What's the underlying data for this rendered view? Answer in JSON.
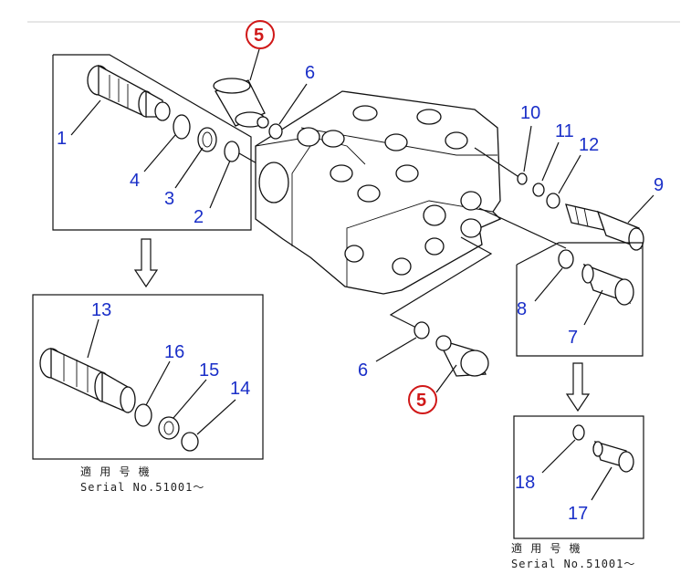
{
  "callouts": {
    "c1": "1",
    "c2": "2",
    "c3": "3",
    "c4": "4",
    "c5a": "5",
    "c5b": "5",
    "c6a": "6",
    "c6b": "6",
    "c7": "7",
    "c8": "8",
    "c9": "9",
    "c10": "10",
    "c11": "11",
    "c12": "12",
    "c13": "13",
    "c14": "14",
    "c15": "15",
    "c16": "16",
    "c17": "17",
    "c18": "18"
  },
  "notes": {
    "left_jp": "適 用 号 機",
    "left_serial": "Serial No.51001～",
    "right_jp": "適 用 号 機",
    "right_serial": "Serial No.51001～"
  },
  "colors": {
    "callout": "#1a2fc8",
    "highlight": "#d01818",
    "line": "#111111"
  }
}
